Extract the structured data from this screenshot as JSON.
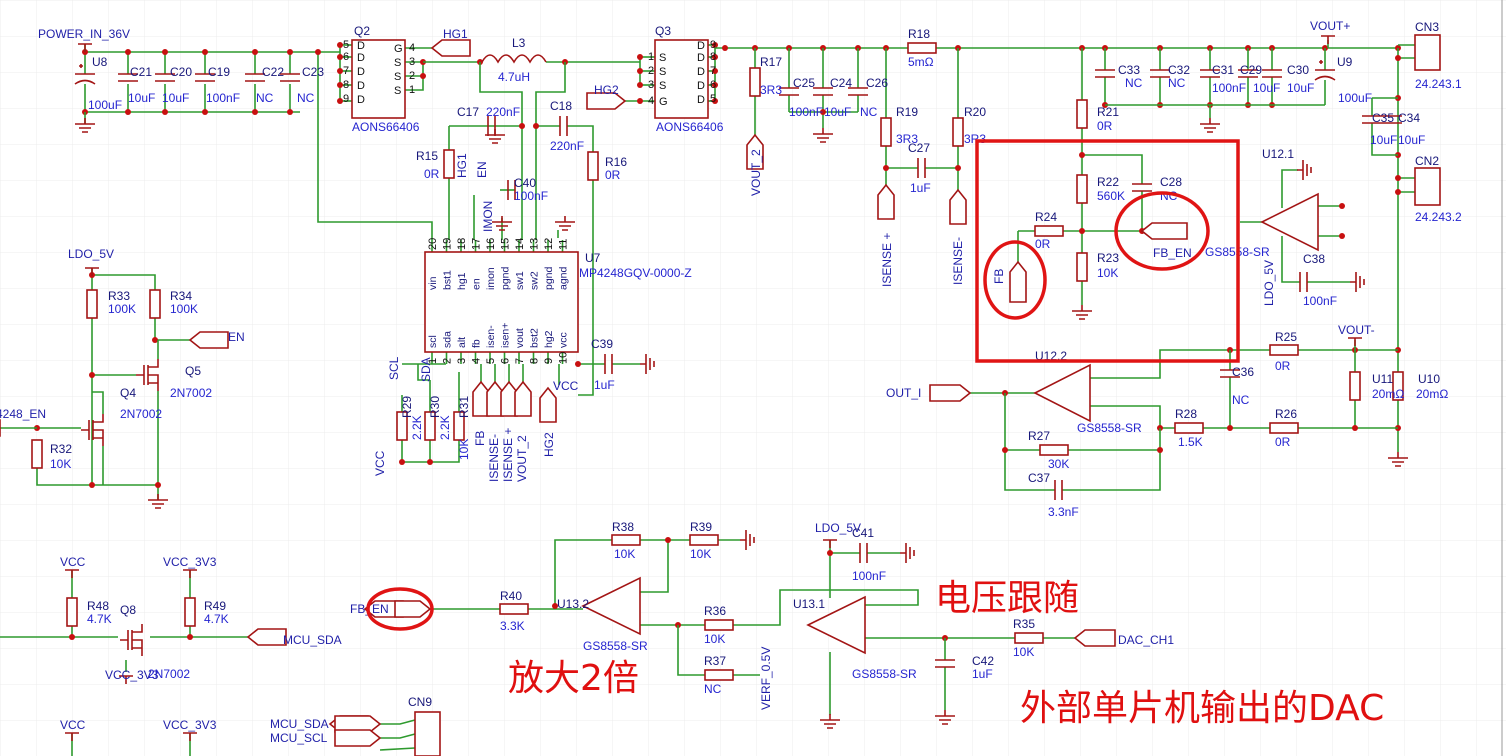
{
  "nets": {
    "power_in": "POWER_IN_36V",
    "hg1": "HG1",
    "hg2": "HG2",
    "vout_plus": "VOUT+",
    "vout_minus": "VOUT-",
    "ldo_5v": "LDO_5V",
    "en": "EN",
    "en_4248": "4248_EN",
    "scl": "SCL",
    "sda": "SDA",
    "vcc": "VCC",
    "fb": "FB",
    "isense_minus": "ISENSE-",
    "isense_plus": "ISENSE +",
    "vout_2": "VOUT_2",
    "fb_en": "FB_EN",
    "out_i": "OUT_I",
    "vcc_3v3": "VCC_3V3",
    "mcu_sda": "MCU_SDA",
    "mcu_scl": "MCU_SCL",
    "verf": "VERF_0.5V",
    "dac_ch1": "DAC_CH1",
    "imon": "IMON"
  },
  "parts": {
    "Q2": {
      "ref": "Q2",
      "value": "AONS66406"
    },
    "Q3": {
      "ref": "Q3",
      "value": "AONS66406"
    },
    "U8": {
      "ref": "U8",
      "value": "100uF"
    },
    "C21": {
      "ref": "C21",
      "value": "10uF"
    },
    "C20": {
      "ref": "C20",
      "value": "10uF"
    },
    "C19": {
      "ref": "C19",
      "value": "100nF"
    },
    "C22": {
      "ref": "C22",
      "value": "NC"
    },
    "C23": {
      "ref": "C23",
      "value": "NC"
    },
    "L3": {
      "ref": "L3",
      "value": "4.7uH"
    },
    "C17": {
      "ref": "C17",
      "value": "220nF"
    },
    "C18": {
      "ref": "C18",
      "value": "220nF"
    },
    "R15": {
      "ref": "R15",
      "value": "0R"
    },
    "R16": {
      "ref": "R16",
      "value": "0R"
    },
    "C40": {
      "ref": "C40",
      "value": "100nF"
    },
    "U7": {
      "ref": "U7",
      "value": "MP4248GQV-0000-Z"
    },
    "C39": {
      "ref": "C39",
      "value": "1uF"
    },
    "R17": {
      "ref": "R17",
      "value": "3R3"
    },
    "C25": {
      "ref": "C25",
      "value": "100nF"
    },
    "C24": {
      "ref": "C24",
      "value": "10uF"
    },
    "C26": {
      "ref": "C26",
      "value": "NC"
    },
    "R18": {
      "ref": "R18",
      "value": "5mΩ"
    },
    "R19": {
      "ref": "R19",
      "value": "3R3"
    },
    "R20": {
      "ref": "R20",
      "value": "3R3"
    },
    "C27": {
      "ref": "C27",
      "value": "1uF"
    },
    "R21": {
      "ref": "R21",
      "value": "0R"
    },
    "R22": {
      "ref": "R22",
      "value": "560K"
    },
    "C28": {
      "ref": "C28",
      "value": "NC"
    },
    "R24": {
      "ref": "R24",
      "value": "0R"
    },
    "R23": {
      "ref": "R23",
      "value": "10K"
    },
    "C33": {
      "ref": "C33",
      "value": "NC"
    },
    "C32": {
      "ref": "C32",
      "value": "NC"
    },
    "C31": {
      "ref": "C31",
      "value": "100nF"
    },
    "C29": {
      "ref": "C29",
      "value": "10uF"
    },
    "C30": {
      "ref": "C30",
      "value": "10uF"
    },
    "U9": {
      "ref": "U9",
      "value": "100uF"
    },
    "CN3": {
      "ref": "CN3",
      "value": "24.243.1"
    },
    "CN2": {
      "ref": "CN2",
      "value": "24.243.2"
    },
    "C35": {
      "ref": "C35",
      "value": "10uF"
    },
    "C34": {
      "ref": "C34",
      "value": "10uF"
    },
    "U12_1": {
      "ref": "U12.1",
      "value": "GS8558-SR"
    },
    "C38": {
      "ref": "C38",
      "value": "100nF"
    },
    "U12_2": {
      "ref": "U12.2",
      "value": "GS8558-SR"
    },
    "R25": {
      "ref": "R25",
      "value": "0R"
    },
    "C36": {
      "ref": "C36",
      "value": "NC"
    },
    "U11": {
      "ref": "U11",
      "value": "20mΩ"
    },
    "U10": {
      "ref": "U10",
      "value": "20mΩ"
    },
    "R28": {
      "ref": "R28",
      "value": "1.5K"
    },
    "R26": {
      "ref": "R26",
      "value": "0R"
    },
    "R27": {
      "ref": "R27",
      "value": "30K"
    },
    "C37": {
      "ref": "C37",
      "value": "3.3nF"
    },
    "R29": {
      "ref": "R29",
      "value": "2.2K"
    },
    "R30": {
      "ref": "R30",
      "value": "2.2K"
    },
    "R31": {
      "ref": "R31",
      "value": "10K"
    },
    "R33": {
      "ref": "R33",
      "value": "100K"
    },
    "R34": {
      "ref": "R34",
      "value": "100K"
    },
    "Q5": {
      "ref": "Q5",
      "value": "2N7002"
    },
    "Q4": {
      "ref": "Q4",
      "value": "2N7002"
    },
    "R32": {
      "ref": "R32",
      "value": "10K"
    },
    "R48": {
      "ref": "R48",
      "value": "4.7K"
    },
    "Q8": {
      "ref": "Q8",
      "value": "2N7002"
    },
    "R49": {
      "ref": "R49",
      "value": "4.7K"
    },
    "R38": {
      "ref": "R38",
      "value": "10K"
    },
    "R39": {
      "ref": "R39",
      "value": "10K"
    },
    "R40": {
      "ref": "R40",
      "value": "3.3K"
    },
    "U13_2": {
      "ref": "U13.2",
      "value": "GS8558-SR"
    },
    "R36": {
      "ref": "R36",
      "value": "10K"
    },
    "R37": {
      "ref": "R37",
      "value": "NC"
    },
    "C41": {
      "ref": "C41",
      "value": "100nF"
    },
    "U13_1": {
      "ref": "U13.1",
      "value": "GS8558-SR"
    },
    "R35": {
      "ref": "R35",
      "value": "10K"
    },
    "C42": {
      "ref": "C42",
      "value": "1uF"
    },
    "CN9": {
      "ref": "CN9",
      "value": ""
    }
  },
  "u7_pins": {
    "top_names": [
      "vin",
      "bst1",
      "hg1",
      "en",
      "imon",
      "pgnd",
      "sw1",
      "sw2",
      "pgnd",
      "agnd"
    ],
    "top_numbers": [
      "20",
      "19",
      "18",
      "17",
      "16",
      "15",
      "14",
      "13",
      "12",
      "11"
    ],
    "bottom_names": [
      "scl",
      "sda",
      "alt",
      "fb",
      "isen-",
      "isen+",
      "vout",
      "bst2",
      "hg2",
      "vcc"
    ],
    "bottom_numbers": [
      "1",
      "2",
      "3",
      "4",
      "5",
      "6",
      "7",
      "8",
      "9",
      "10"
    ]
  },
  "mosfet_pins": {
    "q2_left_numbers": [
      "5",
      "6",
      "7",
      "8",
      "9"
    ],
    "q2_right_numbers": [
      "4",
      "3",
      "2",
      "1"
    ],
    "q2_left_letters": [
      "D",
      "D",
      "D",
      "D",
      "D"
    ],
    "q2_right_letters": [
      "G",
      "S",
      "S",
      "S"
    ],
    "q3_left_numbers": [
      "1",
      "2",
      "3",
      "4"
    ],
    "q3_right_numbers": [
      "9",
      "8",
      "7",
      "6",
      "5"
    ],
    "q3_left_letters": [
      "S",
      "S",
      "S",
      "G"
    ],
    "q3_right_letters": [
      "D",
      "D",
      "D",
      "D",
      "D"
    ]
  },
  "annotations": {
    "voltage_follower": "电压跟随",
    "amplify_2x": "放大2倍",
    "external_mcu_dac": "外部单片机输出的DAC"
  },
  "colors": {
    "wire": "#2e9a2e",
    "part": "#a31515",
    "label": "#2525d0",
    "highlight": "#e01414"
  }
}
